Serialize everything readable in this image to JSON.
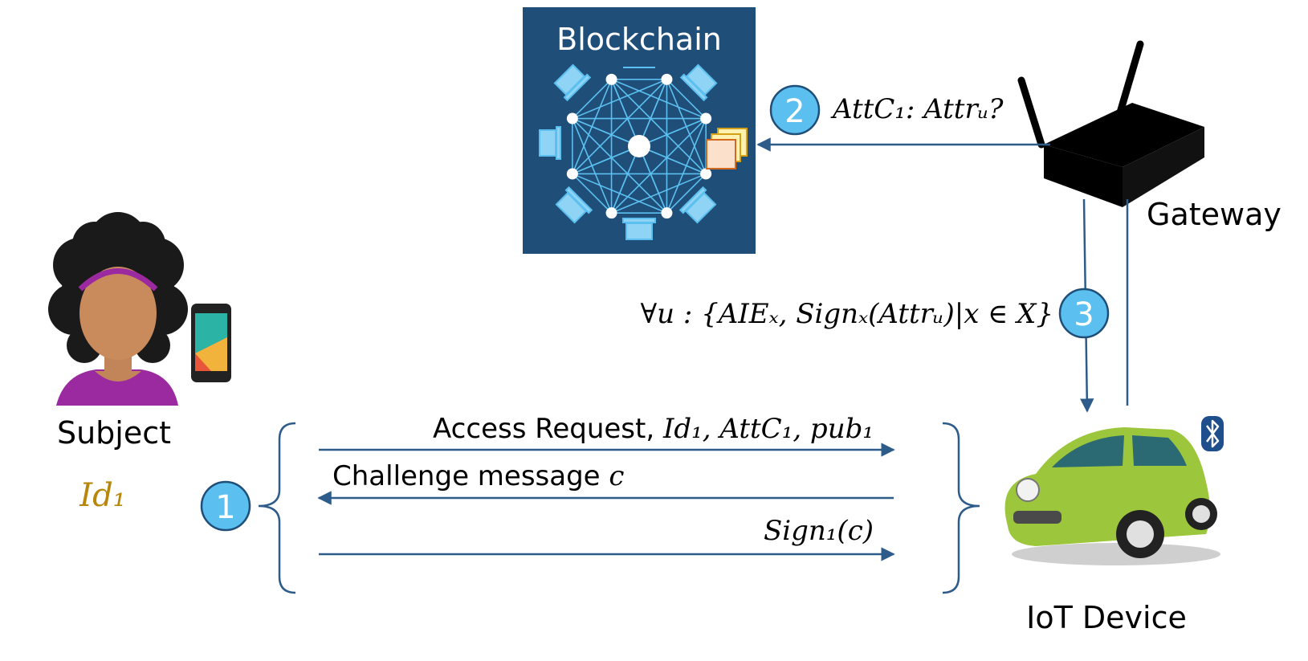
{
  "blockchain": {
    "title": "Blockchain",
    "colors": {
      "background": "#1f4e79",
      "lines": "#5bc0f0",
      "nodes": "#ffffff"
    }
  },
  "gateway": {
    "label": "Gateway"
  },
  "subject": {
    "label": "Subject",
    "id": "Id₁",
    "id_color": "#b8860b"
  },
  "iot_device": {
    "label": "IoT Device"
  },
  "steps": [
    {
      "number": "1"
    },
    {
      "number": "2",
      "message": "AttC₁: Attrᵤ?"
    },
    {
      "number": "3",
      "message": "∀u : {AIEₓ, Signₓ(Attrᵤ)|x ∈ X}"
    }
  ],
  "handshake": {
    "access_request_prefix": "Access Request, ",
    "access_request_math": "Id₁, AttC₁, pub₁",
    "challenge_prefix": "Challenge message ",
    "challenge_math": "c",
    "signature": "Sign₁(c)"
  },
  "colors": {
    "arrow": "#2e5c8a",
    "badge_fill": "#5bc0f0",
    "badge_stroke": "#1f4e79",
    "text": "#000000"
  },
  "icons": [
    "blockchain-network-icon",
    "router-icon",
    "person-icon",
    "smartphone-icon",
    "car-icon",
    "bluetooth-icon"
  ]
}
